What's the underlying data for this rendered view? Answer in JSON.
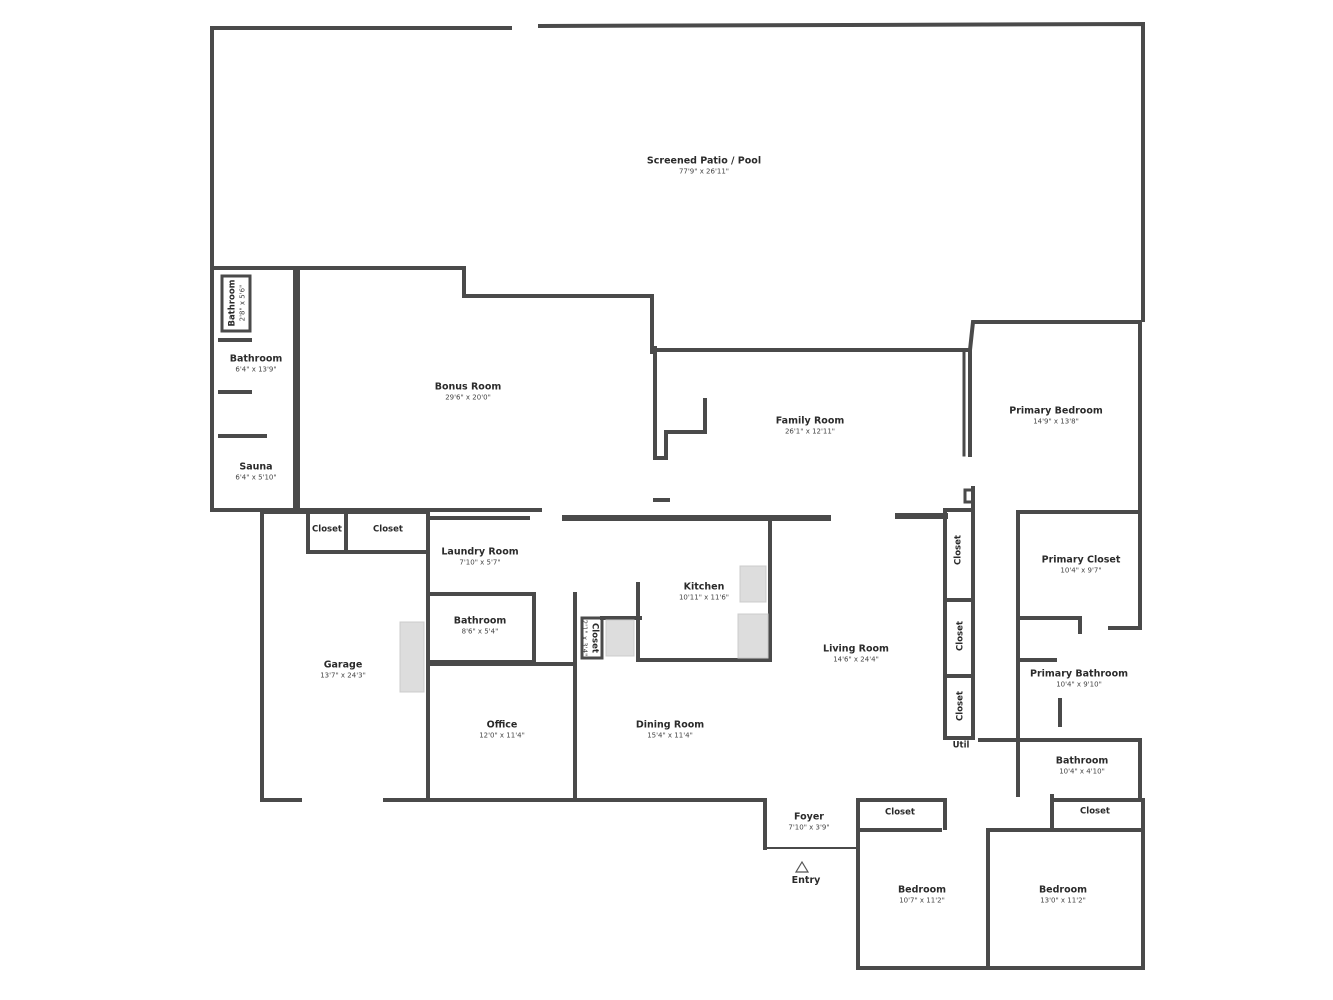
{
  "plan": {
    "rooms": [
      {
        "id": "screened-patio",
        "name": "Screened Patio / Pool",
        "dims": "77'9\" x 26'11\""
      },
      {
        "id": "bathroom-small",
        "name": "Bathroom",
        "dims": "2'8\" x 5'6\""
      },
      {
        "id": "bathroom-west",
        "name": "Bathroom",
        "dims": "6'4\" x 13'9\""
      },
      {
        "id": "sauna",
        "name": "Sauna",
        "dims": "6'4\" x 5'10\""
      },
      {
        "id": "bonus-room",
        "name": "Bonus Room",
        "dims": "29'6\" x 20'0\""
      },
      {
        "id": "family-room",
        "name": "Family Room",
        "dims": "26'1\" x 12'11\""
      },
      {
        "id": "primary-bedroom",
        "name": "Primary Bedroom",
        "dims": "14'9\" x 13'8\""
      },
      {
        "id": "closet-garage-1",
        "name": "Closet",
        "dims": ""
      },
      {
        "id": "closet-garage-2",
        "name": "Closet",
        "dims": ""
      },
      {
        "id": "laundry-room",
        "name": "Laundry Room",
        "dims": "7'10\" x 5'7\""
      },
      {
        "id": "kitchen",
        "name": "Kitchen",
        "dims": "10'11\" x 11'6\""
      },
      {
        "id": "garage",
        "name": "Garage",
        "dims": "13'7\" x 24'3\""
      },
      {
        "id": "bathroom-mid",
        "name": "Bathroom",
        "dims": "8'6\" x 5'4\""
      },
      {
        "id": "closet-small",
        "name": "Closet",
        "dims": "2'1\" x 3'4\""
      },
      {
        "id": "office",
        "name": "Office",
        "dims": "12'0\" x 11'4\""
      },
      {
        "id": "dining-room",
        "name": "Dining Room",
        "dims": "15'4\" x 11'4\""
      },
      {
        "id": "living-room",
        "name": "Living Room",
        "dims": "14'6\" x 24'4\""
      },
      {
        "id": "closet-hall-1",
        "name": "Closet",
        "dims": ""
      },
      {
        "id": "closet-hall-2",
        "name": "Closet",
        "dims": ""
      },
      {
        "id": "closet-hall-3",
        "name": "Closet",
        "dims": ""
      },
      {
        "id": "util",
        "name": "Util",
        "dims": ""
      },
      {
        "id": "primary-closet",
        "name": "Primary Closet",
        "dims": "10'4\" x 9'7\""
      },
      {
        "id": "primary-bathroom",
        "name": "Primary Bathroom",
        "dims": "10'4\" x 9'10\""
      },
      {
        "id": "bathroom-east",
        "name": "Bathroom",
        "dims": "10'4\" x 4'10\""
      },
      {
        "id": "closet-bed-1",
        "name": "Closet",
        "dims": ""
      },
      {
        "id": "closet-bed-2",
        "name": "Closet",
        "dims": ""
      },
      {
        "id": "foyer",
        "name": "Foyer",
        "dims": "7'10\" x 3'9\""
      },
      {
        "id": "bedroom-1",
        "name": "Bedroom",
        "dims": "10'7\" x 11'2\""
      },
      {
        "id": "bedroom-2",
        "name": "Bedroom",
        "dims": "13'0\" x 11'2\""
      }
    ],
    "entry_label": "Entry",
    "wall_color": "#4a4a4a"
  }
}
